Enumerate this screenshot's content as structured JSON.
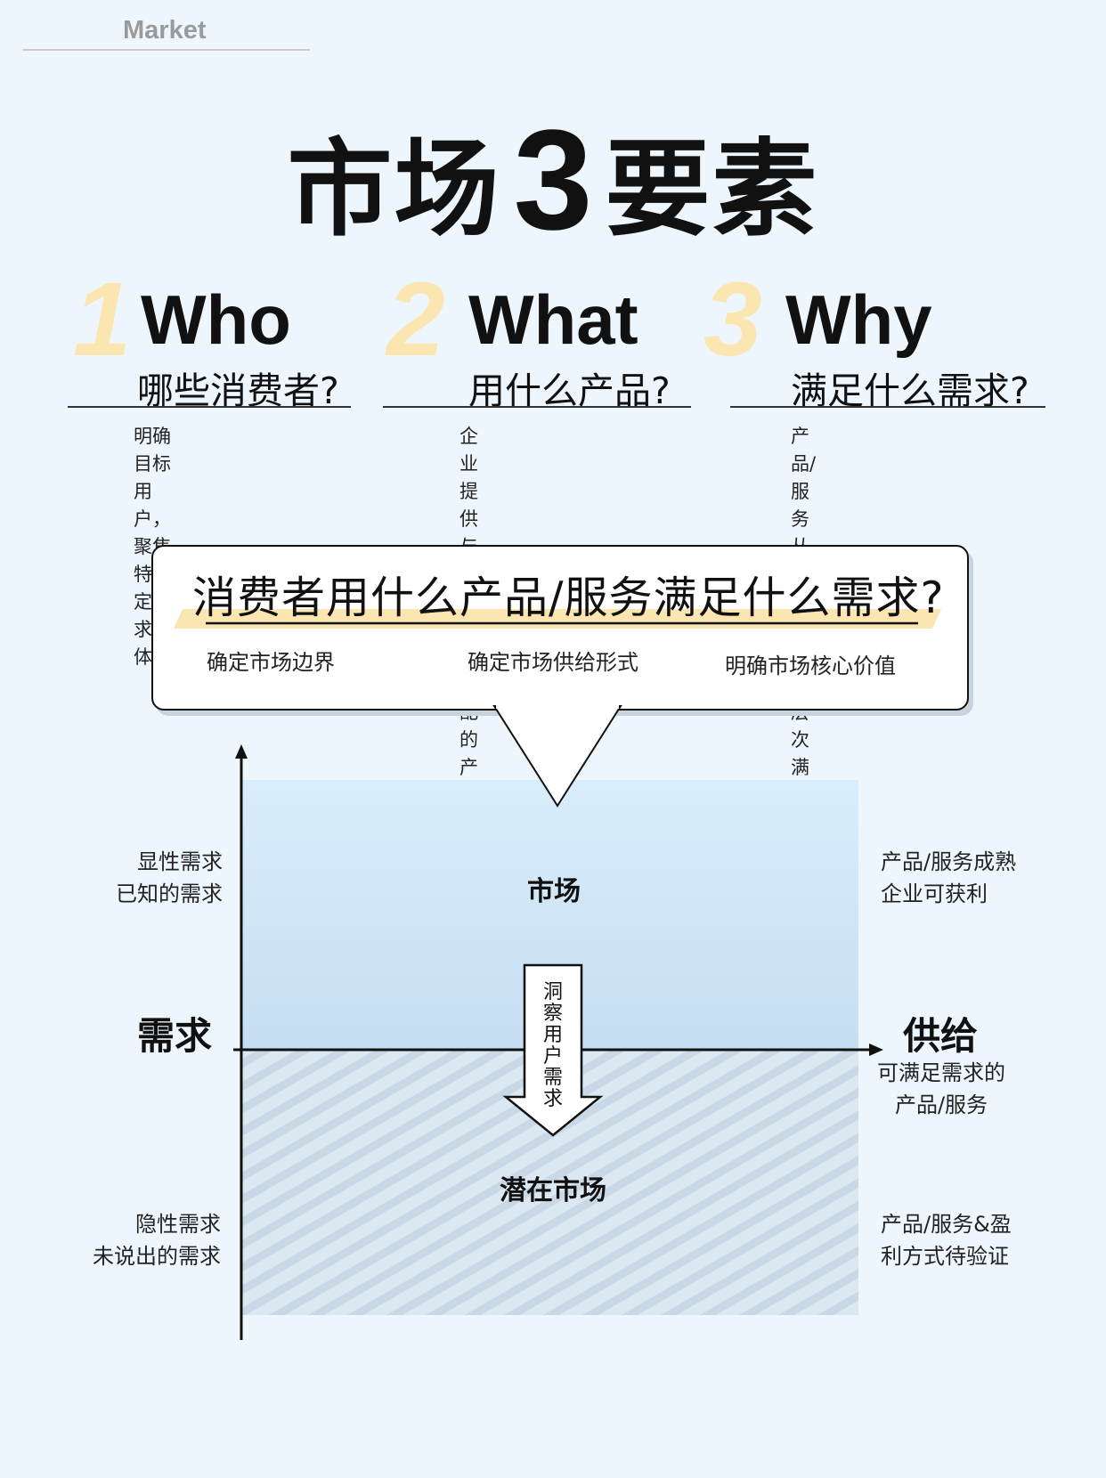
{
  "header": {
    "tag": "Market"
  },
  "title": {
    "prefix": "市场",
    "number": "3",
    "suffix": "要素"
  },
  "elements": [
    {
      "num": "1",
      "en": "Who",
      "question": "哪些消费者?",
      "desc_line1": "明确目标用户，聚焦特",
      "desc_line2": "定需求群体"
    },
    {
      "num": "2",
      "en": "What",
      "question": "用什么产品?",
      "desc_line1": "企业提供与需求高度匹配",
      "desc_line2": "的产品和服务"
    },
    {
      "num": "3",
      "en": "Why",
      "question": "满足什么需求?",
      "desc_line1": "产品/服务从功能与情感层次",
      "desc_line2": "满足用户核心需求"
    }
  ],
  "callout": {
    "question": "消费者用什么产品/服务满足什么需求?",
    "notes": [
      "确定市场边界",
      "确定市场供给形式",
      "明确市场核心价值"
    ]
  },
  "diagram": {
    "y_axis_label": "需求",
    "x_axis_label": "供给",
    "market_label": "市场",
    "potential_market_label": "潜在市场",
    "arrow_label": "洞察用户需求",
    "left_top": {
      "line1": "显性需求",
      "line2": "已知的需求"
    },
    "left_bottom": {
      "line1": "隐性需求",
      "line2": "未说出的需求"
    },
    "right_top": {
      "line1": "产品/服务成熟",
      "line2": "企业可获利"
    },
    "right_middle": {
      "line1": "可满足需求的",
      "line2": "产品/服务"
    },
    "right_bottom": {
      "line1": "产品/服务&盈",
      "line2": "利方式待验证"
    }
  },
  "colors": {
    "background": "#eef6fd",
    "accent_number": "#fbe6b1",
    "highlight": "#fbe6b1",
    "market_fill_top": "#d9eefc",
    "market_fill_bottom": "#c6def2",
    "potential_stripe": "#c9d8e6"
  }
}
